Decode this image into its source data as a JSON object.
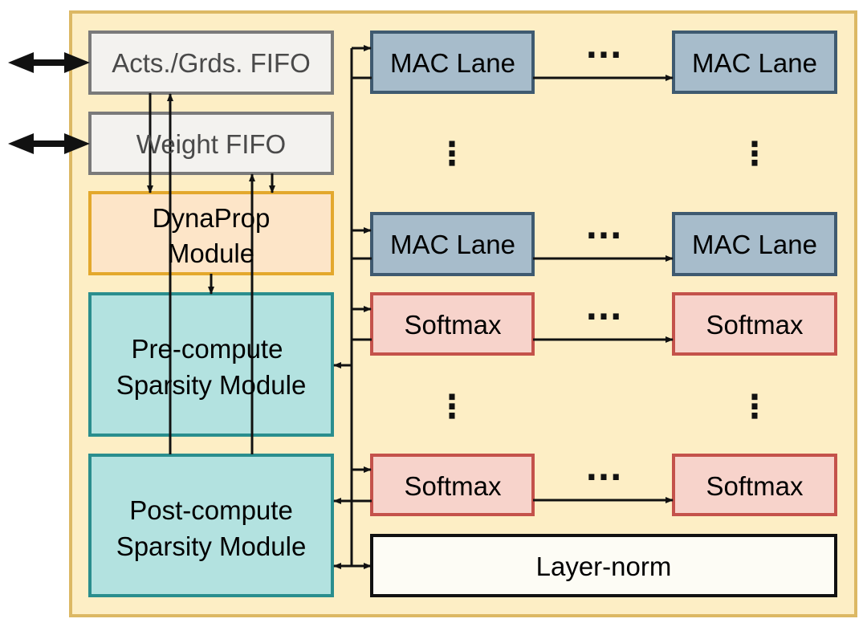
{
  "colors": {
    "container_fill": "#fdeec5",
    "container_border": "#dcb864",
    "fifo_fill": "#f3f2ef",
    "fifo_border": "#7a7a7a",
    "dynaprop_fill": "#fde5c8",
    "dynaprop_border": "#e3a82c",
    "sparsity_fill": "#b3e2e0",
    "sparsity_border": "#2a8e8e",
    "mac_fill": "#a7bccb",
    "mac_border": "#3f5a70",
    "softmax_fill": "#f7d3cb",
    "softmax_border": "#c4524b",
    "layernorm_fill": "#fdfcf5",
    "layernorm_border": "#111111"
  },
  "blocks": {
    "acts_fifo": "Acts./Grds. FIFO",
    "weight_fifo": "Weight FIFO",
    "dynaprop": [
      "DynaProp",
      "Module"
    ],
    "pre_compute": [
      "Pre-compute",
      "Sparsity Module"
    ],
    "post_compute": [
      "Post-compute",
      "Sparsity Module"
    ],
    "mac_lane": "MAC Lane",
    "softmax": "Softmax",
    "layer_norm": "Layer-norm"
  },
  "ellipsis_horizontal": "···",
  "ellipsis_vertical": "⋮"
}
